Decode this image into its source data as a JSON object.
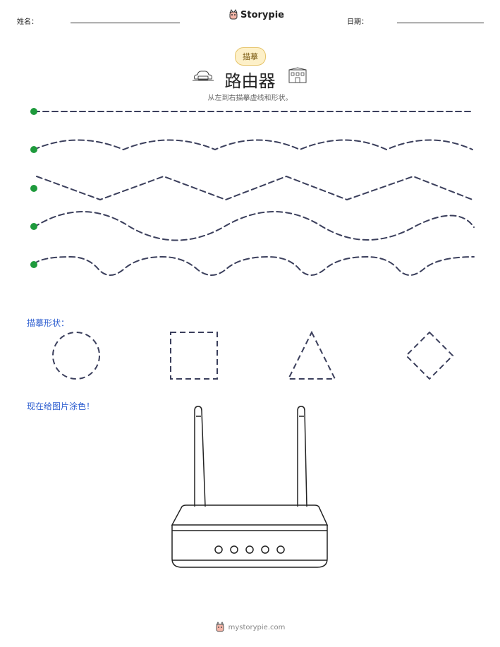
{
  "header": {
    "name_label": "姓名：",
    "brand": "Storypie",
    "date_label": "日期："
  },
  "badge": "描摹",
  "title": "路由器",
  "subtitle": "从左到右描摹虚线和形状。",
  "tracing_lines": {
    "count": 5,
    "types": [
      "straight",
      "wave",
      "zigzag",
      "wave",
      "bumps"
    ],
    "start_dot_color": "#1e9a3c",
    "dash_color": "#3b3f5c"
  },
  "shapes_section": {
    "label": "描摹形状：",
    "shapes": [
      "circle",
      "square",
      "triangle",
      "diamond"
    ]
  },
  "coloring_section": {
    "label": "现在给图片涂色！",
    "picture": "router",
    "indicator_lights": 5
  },
  "footer": {
    "site": "mystorypie.com"
  },
  "colors": {
    "accent_blue": "#2f5fd0",
    "badge_bg": "#fdf0c8",
    "badge_border": "#e6c46a"
  }
}
